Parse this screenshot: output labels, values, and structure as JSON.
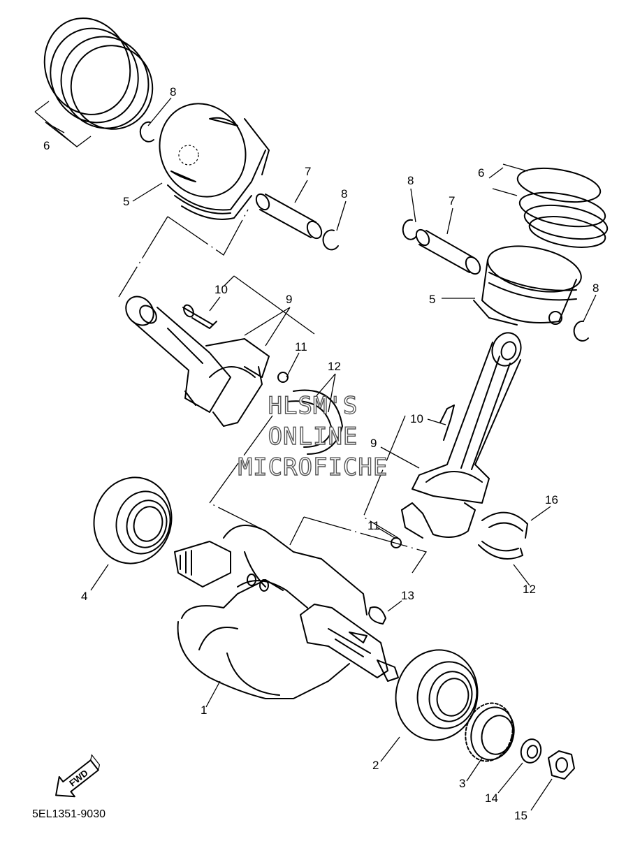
{
  "diagram": {
    "part_code": "5EL1351-9030",
    "direction_label": "FWD",
    "watermark": [
      "HLSM'S",
      "ONLINE",
      "MICROFICHE"
    ],
    "callouts": [
      "1",
      "2",
      "3",
      "4",
      "5",
      "5",
      "6",
      "6",
      "7",
      "7",
      "8",
      "8",
      "8",
      "8",
      "9",
      "9",
      "10",
      "10",
      "11",
      "11",
      "12",
      "12",
      "13",
      "14",
      "15",
      "16"
    ]
  }
}
